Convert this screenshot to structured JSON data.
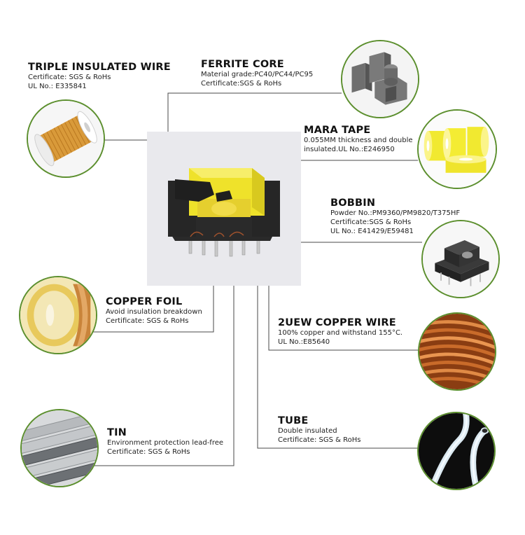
{
  "components": [
    {
      "id": "triple-insulated-wire",
      "title": "TRIPLE INSULATED WIRE",
      "lines": [
        "Certificate:  SGS & RoHs",
        "UL No.:  E335841"
      ],
      "icon": "wire-spool-icon"
    },
    {
      "id": "ferrite-core",
      "title": "FERRITE CORE",
      "lines": [
        "Material grade:PC40/PC44/PC95",
        "Certificate:SGS & RoHs"
      ],
      "icon": "ferrite-core-icon"
    },
    {
      "id": "mara-tape",
      "title": "MARA TAPE",
      "lines": [
        "0.055MM thickness and double",
        "insulated.UL No.:E246950"
      ],
      "icon": "tape-rolls-icon"
    },
    {
      "id": "bobbin",
      "title": "BOBBIN",
      "lines": [
        "Powder No.:PM9360/PM9820/T375HF",
        "Certificate:SGS & RoHs",
        "UL No.:  E41429/E59481"
      ],
      "icon": "bobbin-icon"
    },
    {
      "id": "copper-foil",
      "title": "COPPER FOIL",
      "lines": [
        "Avoid insulation breakdown",
        "Certificate:  SGS & RoHs"
      ],
      "icon": "copper-foil-icon"
    },
    {
      "id": "2uew-copper-wire",
      "title": "2UEW COPPER WIRE",
      "lines": [
        "100% copper and withstand 155°C.",
        "UL No.:E85640"
      ],
      "icon": "copper-coil-icon"
    },
    {
      "id": "tin",
      "title": "TIN",
      "lines": [
        "Environment protection lead-free",
        "Certificate:  SGS & RoHs"
      ],
      "icon": "tin-bars-icon"
    },
    {
      "id": "tube",
      "title": "TUBE",
      "lines": [
        "Double insulated",
        "Certificate:  SGS & RoHs"
      ],
      "icon": "tube-icon"
    }
  ],
  "colors": {
    "line": "#3a3a3a",
    "circle_border": "#5c8f2e",
    "center_bg": "#e9e9ed",
    "accent_yellow": "#f2e324"
  },
  "center_icon": "transformer-icon"
}
